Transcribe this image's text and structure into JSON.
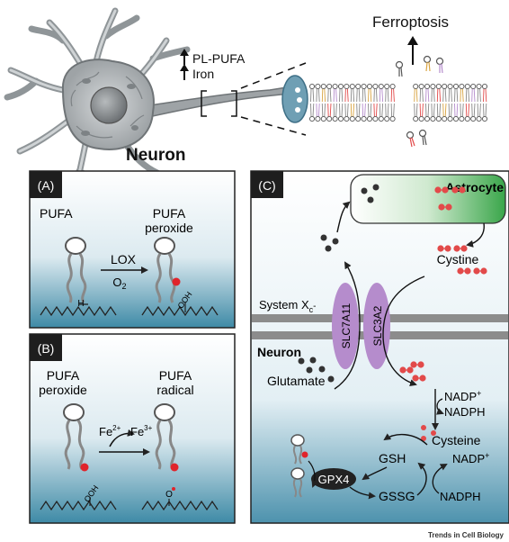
{
  "top": {
    "ferroptosis_label": "Ferroptosis",
    "pl_pufa_label": "PL-PUFA",
    "iron_label": "Iron",
    "neuron_label": "Neuron"
  },
  "panel_a": {
    "badge": "(A)",
    "pufa_label": "PUFA",
    "peroxide_line1": "PUFA",
    "peroxide_line2": "peroxide",
    "enzyme_label": "LOX",
    "oxygen_label": "O",
    "oxygen_sub": "2",
    "h_label": "H",
    "ooh_label": "OOH"
  },
  "panel_b": {
    "badge": "(B)",
    "peroxide_line1": "PUFA",
    "peroxide_line2": "peroxide",
    "radical_line1": "PUFA",
    "radical_line2": "radical",
    "fe2_label": "Fe",
    "fe2_sup": "2+",
    "fe3_label": "Fe",
    "fe3_sup": "3+",
    "ooh_label": "OOH",
    "o_radical_label": "O"
  },
  "panel_c": {
    "badge": "(C)",
    "astrocyte_label": "Astrocyte",
    "cystine_label": "Cystine",
    "system_label": "System X",
    "system_sub": "c",
    "system_sup": "-",
    "slc7a11_label": "SLC7A11",
    "slc3a2_label": "SLC3A2",
    "neuron_label": "Neuron",
    "glutamate_label": "Glutamate",
    "nadp_top": "NADP",
    "nadp_top_sup": "+",
    "nadph_top": "NADPH",
    "cysteine_label": "Cysteine",
    "gsh_label": "GSH",
    "nadp_bottom": "NADP",
    "nadp_bottom_sup": "+",
    "gpx4_label": "GPX4",
    "gssg_label": "GSSG",
    "nadph_bottom": "NADPH"
  },
  "footer": {
    "credit": "Trends in Cell Biology"
  },
  "colors": {
    "panel_gradient_bottom": "#3e8aa6",
    "astrocyte_green": "#3aa64a",
    "transporter_purple": "#b58ccc",
    "cystine_red": "#e24a4a",
    "badge_black": "#1e1e1e",
    "membrane_grey": "#8c8c8c",
    "neuron_grey": "#a9aeb1"
  }
}
